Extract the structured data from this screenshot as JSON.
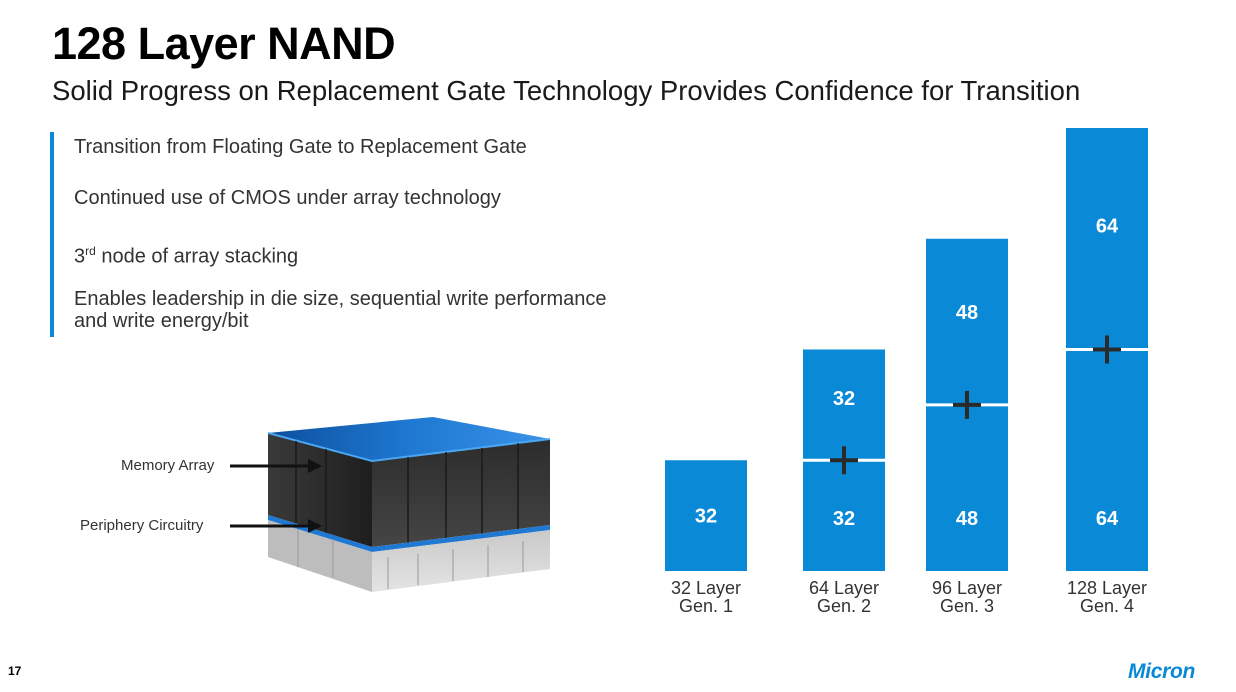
{
  "title": "128 Layer NAND",
  "subtitle": "Solid Progress on Replacement Gate Technology Provides Confidence for Transition",
  "bullets": {
    "b1": "Transition from Floating Gate to Replacement Gate",
    "b2": "Continued use of CMOS under array technology",
    "b3_pre": "3",
    "b3_sup": "rd",
    "b3_post": " node of array stacking",
    "b4_line1": "Enables leadership in die size, sequential write performance",
    "b4_line2": "and write energy/bit"
  },
  "illustration": {
    "memory_label": "Memory Array",
    "periphery_label": "Periphery Circuitry"
  },
  "footer": {
    "page_number": "17",
    "logo": "Micron"
  },
  "colors": {
    "bar": "#0a8ad6",
    "bullet_accent": "#0a8ad6",
    "plus": "#2a2a2a"
  },
  "chart_data": {
    "type": "bar",
    "stacked": true,
    "categories": [
      [
        "32 Layer",
        "Gen. 1"
      ],
      [
        "64 Layer",
        "Gen. 2"
      ],
      [
        "96 Layer",
        "Gen. 3"
      ],
      [
        "128 Layer",
        "Gen. 4"
      ]
    ],
    "stacks": [
      [
        32
      ],
      [
        32,
        32
      ],
      [
        48,
        48
      ],
      [
        64,
        64
      ]
    ],
    "totals": [
      32,
      64,
      96,
      128
    ],
    "ylim": [
      0,
      128
    ],
    "grid": false,
    "legend": "none",
    "title": "",
    "xlabel": "",
    "ylabel": ""
  }
}
